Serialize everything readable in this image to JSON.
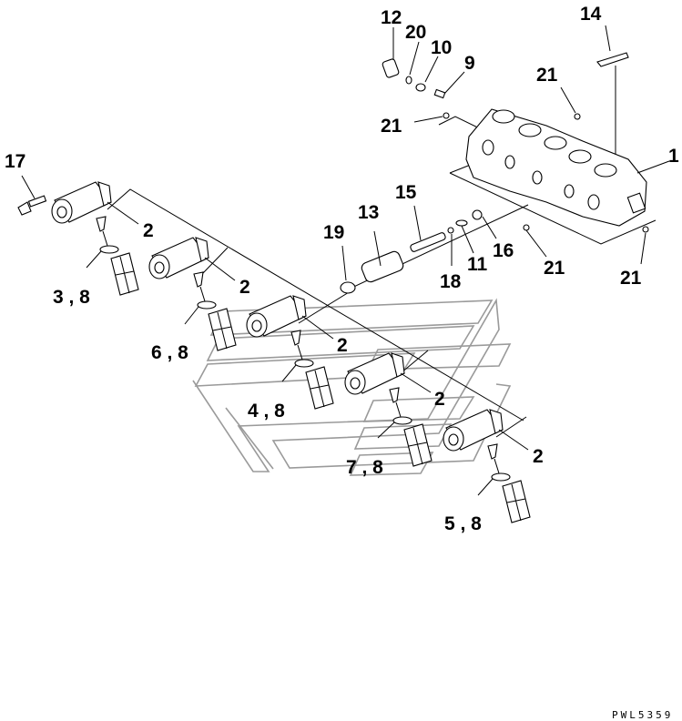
{
  "diagram": {
    "drawing_code": "PWL5359",
    "callouts": [
      {
        "id": "c12",
        "text": "12"
      },
      {
        "id": "c20",
        "text": "20"
      },
      {
        "id": "c10",
        "text": "10"
      },
      {
        "id": "c9",
        "text": "9"
      },
      {
        "id": "c14",
        "text": "14"
      },
      {
        "id": "c21a",
        "text": "21"
      },
      {
        "id": "c21b",
        "text": "21"
      },
      {
        "id": "c1",
        "text": "1"
      },
      {
        "id": "c17",
        "text": "17"
      },
      {
        "id": "c2a",
        "text": "2"
      },
      {
        "id": "c2b",
        "text": "2"
      },
      {
        "id": "c2c",
        "text": "2"
      },
      {
        "id": "c2d",
        "text": "2"
      },
      {
        "id": "c2e",
        "text": "2"
      },
      {
        "id": "c15",
        "text": "15"
      },
      {
        "id": "c13",
        "text": "13"
      },
      {
        "id": "c19",
        "text": "19"
      },
      {
        "id": "c18",
        "text": "18"
      },
      {
        "id": "c11",
        "text": "11"
      },
      {
        "id": "c16",
        "text": "16"
      },
      {
        "id": "c21c",
        "text": "21"
      },
      {
        "id": "c21d",
        "text": "21"
      },
      {
        "id": "c38",
        "text": "3 , 8"
      },
      {
        "id": "c68",
        "text": "6 , 8"
      },
      {
        "id": "c48",
        "text": "4 , 8"
      },
      {
        "id": "c78",
        "text": "7 , 8"
      },
      {
        "id": "c58",
        "text": "5 , 8"
      }
    ]
  }
}
